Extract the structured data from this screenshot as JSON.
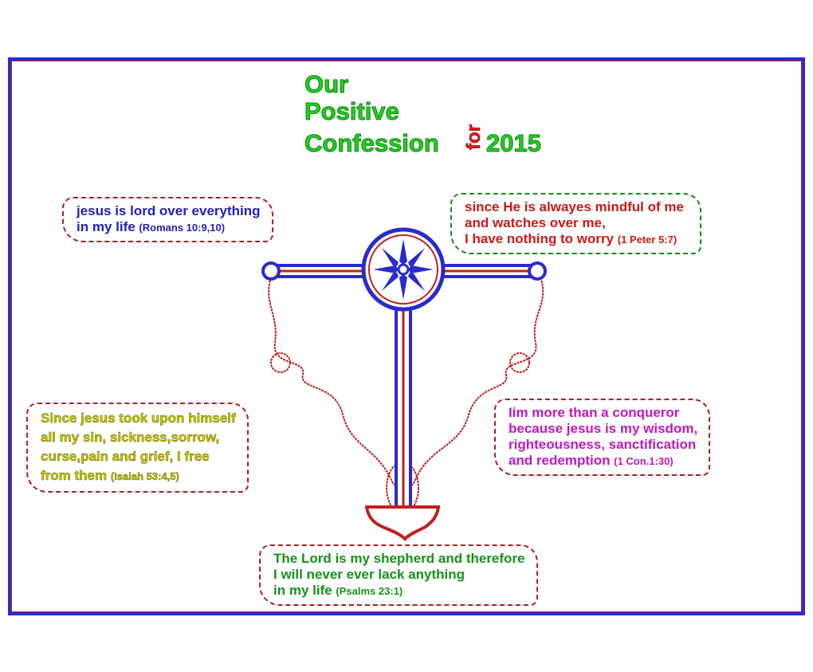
{
  "title": {
    "line1": "Our",
    "line2": "Positive",
    "line3": "Confession",
    "for": "for",
    "year": "2015"
  },
  "confessions": [
    {
      "lines": [
        "jesus is lord over everything",
        "in my life"
      ],
      "ref": "(Romans 10:9,10)",
      "color": "#2020c0"
    },
    {
      "lines": [
        "since He is alwayes mindful of me",
        "and watches over me,",
        "I have nothing to worry"
      ],
      "ref": "(1 Peter 5:7)",
      "color": "#d01818"
    },
    {
      "lines": [
        "Since jesus took upon himself",
        "all my sin, sickness,sorrow,",
        "curse,pain and grief, I free",
        "from them"
      ],
      "ref": "(Isaiah 53:4,5)",
      "color": "#c8c800"
    },
    {
      "lines": [
        "Iim more than a conqueror",
        "because jesus is my wisdom,",
        "righteousness, sanctification",
        "and redemption"
      ],
      "ref": "(1 Con.1:30)",
      "color": "#c018c0"
    },
    {
      "lines": [
        "The Lord is my shepherd and therefore",
        "I will never ever lack anything",
        "in my life"
      ],
      "ref": "(Psalms 23:1)",
      "color": "#18901a"
    }
  ],
  "colors": {
    "frame": "#2a2ad0",
    "cross_blue": "#2a2ad0",
    "cross_red": "#c02020",
    "title": "#22d022"
  }
}
